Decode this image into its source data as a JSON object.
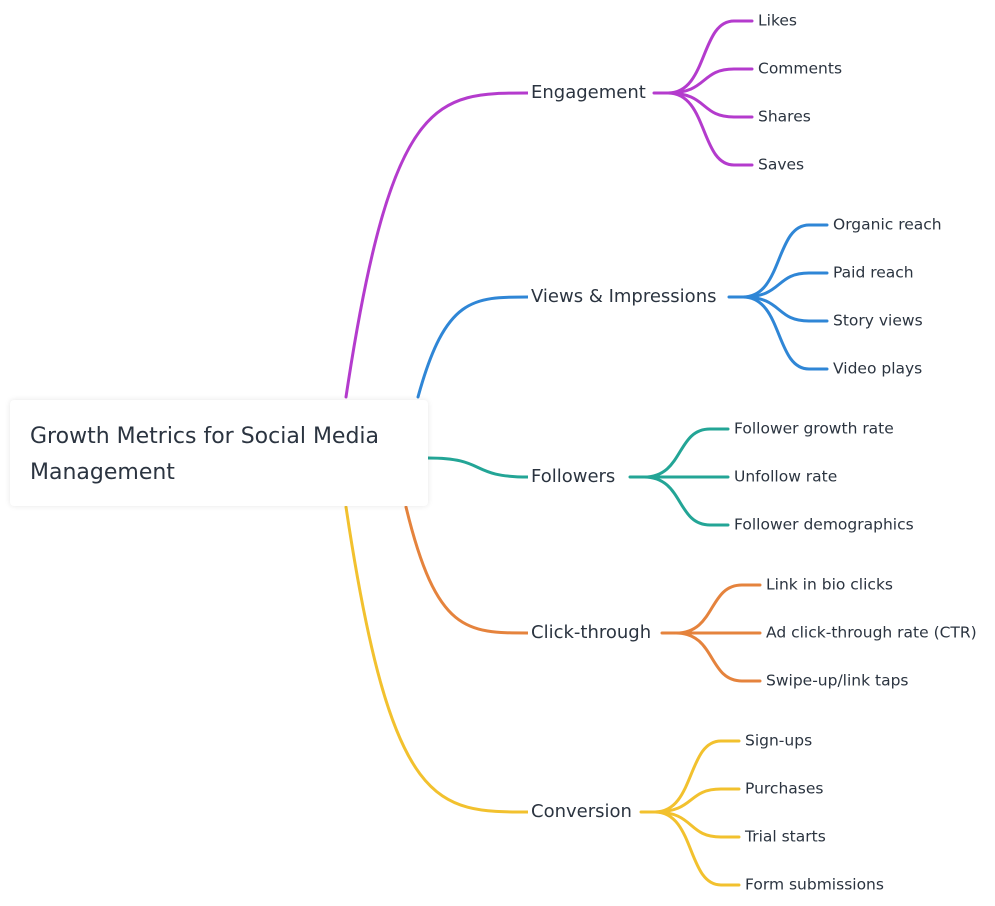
{
  "root": {
    "title": "Growth Metrics for Social Media Management"
  },
  "branches": [
    {
      "label": "Engagement",
      "color": "#b43bcd",
      "children": [
        "Likes",
        "Comments",
        "Shares",
        "Saves"
      ]
    },
    {
      "label": "Views & Impressions",
      "color": "#2f86d6",
      "children": [
        "Organic reach",
        "Paid reach",
        "Story views",
        "Video plays"
      ]
    },
    {
      "label": "Followers",
      "color": "#23a596",
      "children": [
        "Follower growth rate",
        "Unfollow rate",
        "Follower demographics"
      ]
    },
    {
      "label": "Click-through",
      "color": "#e5833d",
      "children": [
        "Link in bio clicks",
        "Ad click-through rate (CTR)",
        "Swipe-up/link taps"
      ]
    },
    {
      "label": "Conversion",
      "color": "#f2c12e",
      "children": [
        "Sign-ups",
        "Purchases",
        "Trial starts",
        "Form submissions"
      ]
    }
  ]
}
